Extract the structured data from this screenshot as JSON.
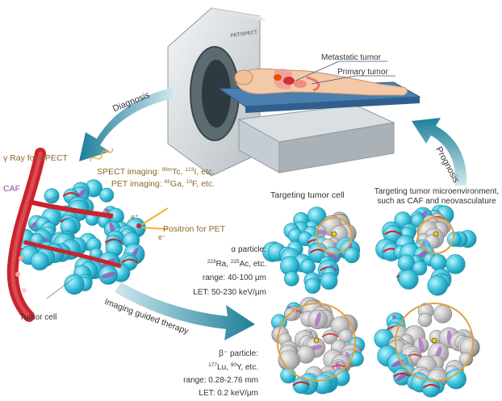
{
  "scanner": {
    "label": "PET/SPECT"
  },
  "labels": {
    "metastatic_tumor": "Metastatic tumor",
    "primary_tumor": "Primary tumor",
    "diagnosis": "Diagnosis",
    "prognosis": "Prognosis",
    "gamma_ray": "γ Ray for SPECT",
    "caf": "CAF",
    "positron": "Positron for PET",
    "e_plus": "e⁺",
    "e_minus": "e⁻",
    "tumor_cell": "Tumor cell",
    "imaging_guided": "Imaging guided therapy",
    "targeting_tumor_cell": "Targeting tumor cell",
    "targeting_env_line1": "Targeting tumor microenvironment,",
    "targeting_env_line2": "such as CAF and neovasculature"
  },
  "spect": {
    "prefix": "SPECT imaging: ",
    "iso1_mass": "99m",
    "iso1_el": "Tc, ",
    "iso2_mass": "123",
    "iso2_el": "I, etc."
  },
  "pet": {
    "prefix": "PET imaging: ",
    "iso1_mass": "68",
    "iso1_el": "Ga, ",
    "iso2_mass": "18",
    "iso2_el": "F, etc."
  },
  "alpha": {
    "title": "α particle:",
    "iso1_mass": "223",
    "iso1_el": "Ra, ",
    "iso2_mass": "225",
    "iso2_el": "Ac, etc.",
    "range": "range: 40-100 μm",
    "let": "LET: 50-230 keV/μm"
  },
  "beta": {
    "title": "β⁻ particle:",
    "iso1_mass": "177",
    "iso1_el": "Lu, ",
    "iso2_mass": "90",
    "iso2_el": "Y, etc.",
    "range": "range: 0.28-2.76 mm",
    "let": "LET: 0.2 keV/μm"
  },
  "colors": {
    "tumor_cell": "#35bcd6",
    "caf": "#9b59b6",
    "vessel": "#c9232e",
    "arrow": "#1d7f98",
    "ring": "#e0a040",
    "tan_text": "#8a6a2a",
    "killed_cell": "#9a9a9a"
  }
}
